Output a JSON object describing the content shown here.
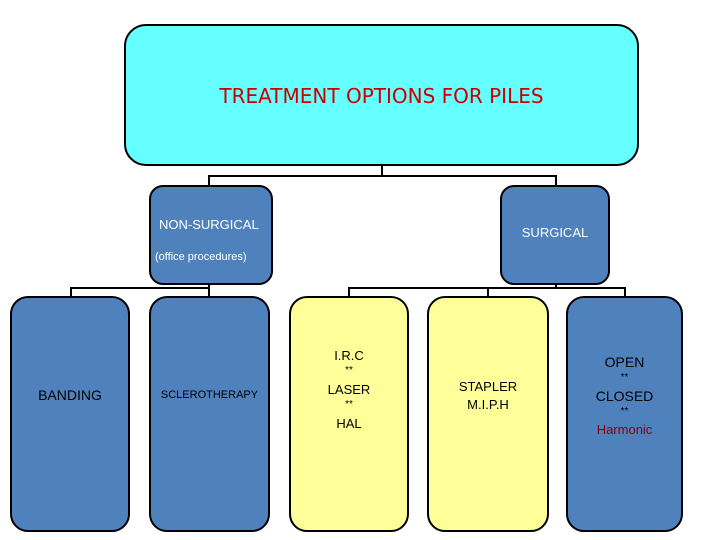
{
  "root": {
    "title": "TREATMENT OPTIONS FOR PILES"
  },
  "non_surgical": {
    "label": "NON-SURGICAL",
    "sublabel": "(office procedures)"
  },
  "surgical": {
    "label": "SURGICAL"
  },
  "leaves": {
    "banding": {
      "label": "BANDING"
    },
    "sclerotherapy": {
      "label": "SCLEROTHERAPY"
    },
    "irc": {
      "line1": "I.R.C",
      "sep1": "**",
      "line2": "LASER",
      "sep2": "**",
      "line3": "HAL"
    },
    "stapler": {
      "line1": "STAPLER",
      "line2": "M.I.P.H"
    },
    "open_closed": {
      "line1": "OPEN",
      "sep1": "**",
      "line2": "CLOSED",
      "sep2": "**",
      "line3": "Harmonic"
    }
  },
  "colors": {
    "root_fill": "#66ffff",
    "blue_fill": "#4f81bd",
    "yellow_fill": "#ffff99",
    "title_text": "#cc0000",
    "harmonic_text": "#8b0000"
  }
}
